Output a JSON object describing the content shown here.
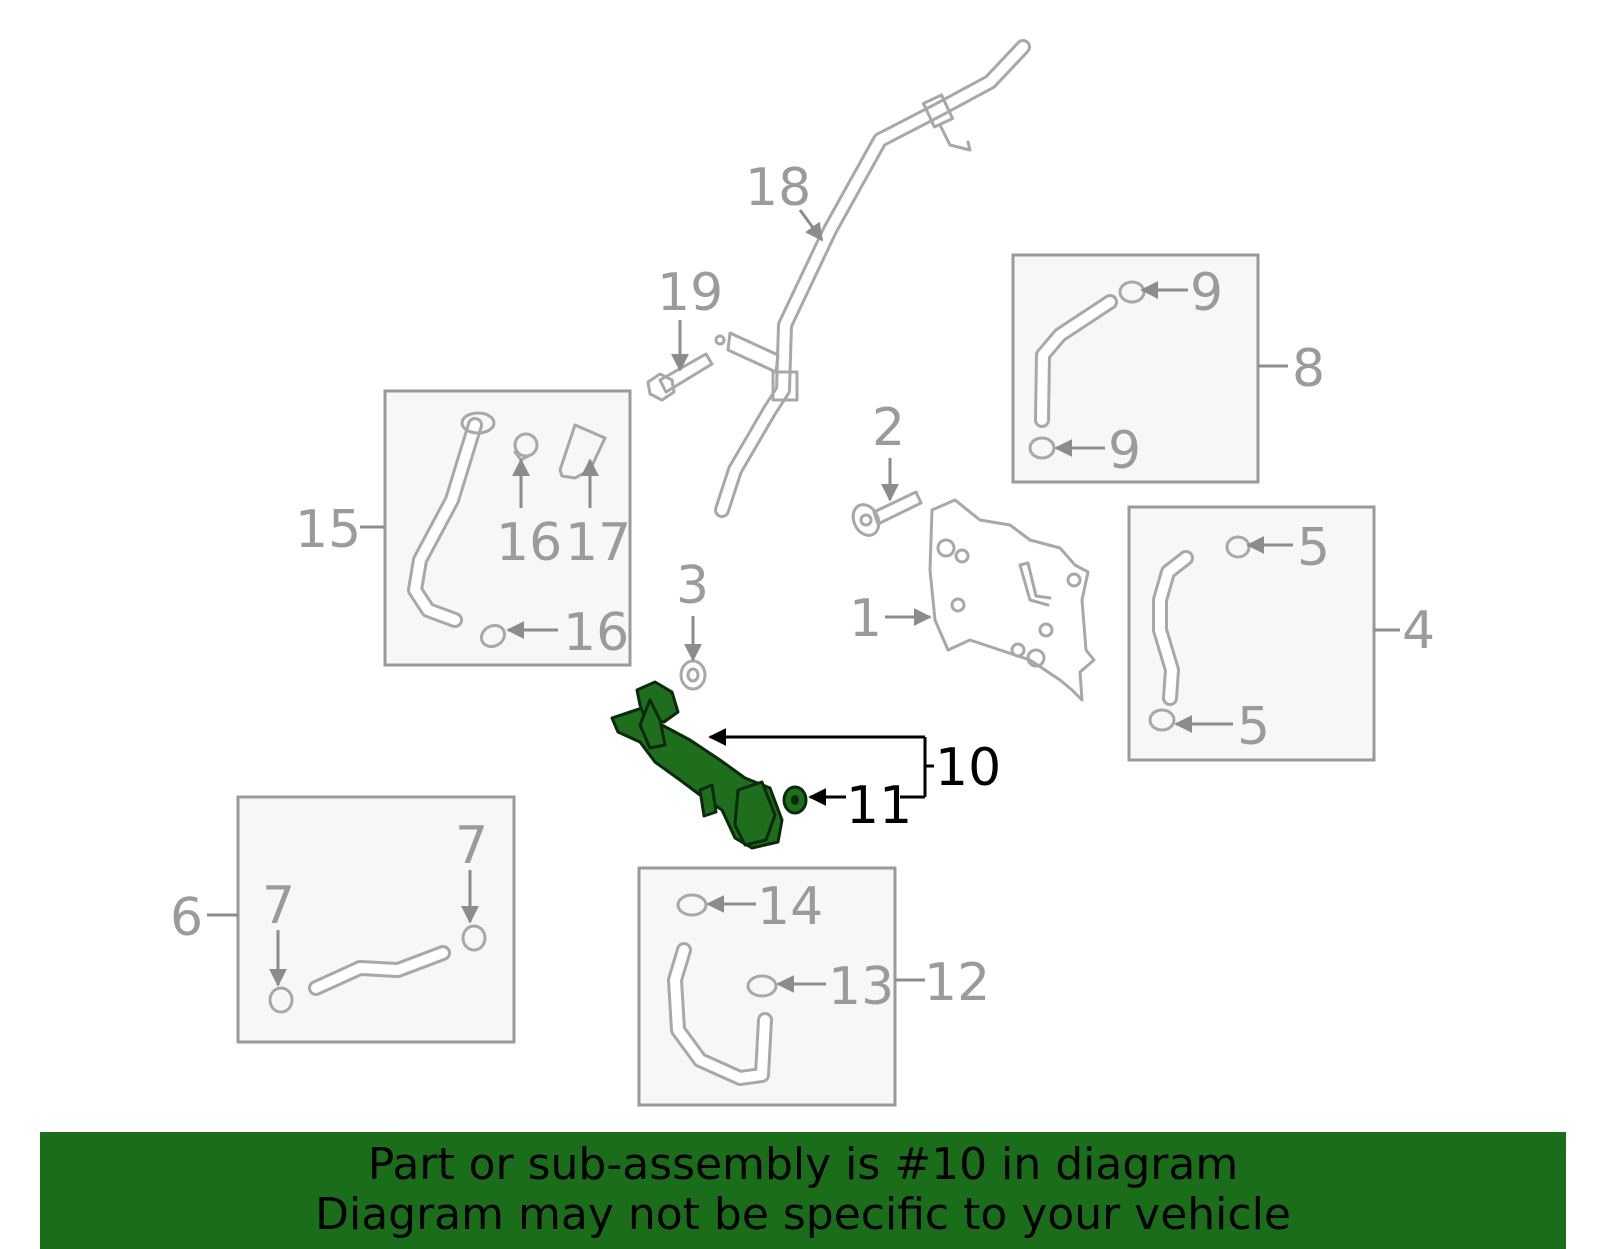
{
  "colors": {
    "highlight": "#1e6e1e",
    "banner": "#1a6e1a",
    "line_art": "#a8a8a8",
    "box_fill": "#f7f7f7"
  },
  "callouts": {
    "c1": "1",
    "c2": "2",
    "c3": "3",
    "c4": "4",
    "c5a": "5",
    "c5b": "5",
    "c6": "6",
    "c7a": "7",
    "c7b": "7",
    "c8": "8",
    "c9a": "9",
    "c9b": "9",
    "c10": "10",
    "c11": "11",
    "c12": "12",
    "c13": "13",
    "c14": "14",
    "c15": "15",
    "c16a": "16",
    "c16b": "16",
    "c17": "17",
    "c18": "18",
    "c19": "19"
  },
  "banner": {
    "line1": "Part or sub-assembly is #10 in diagram",
    "line2": "Diagram may not be specific to your vehicle"
  }
}
